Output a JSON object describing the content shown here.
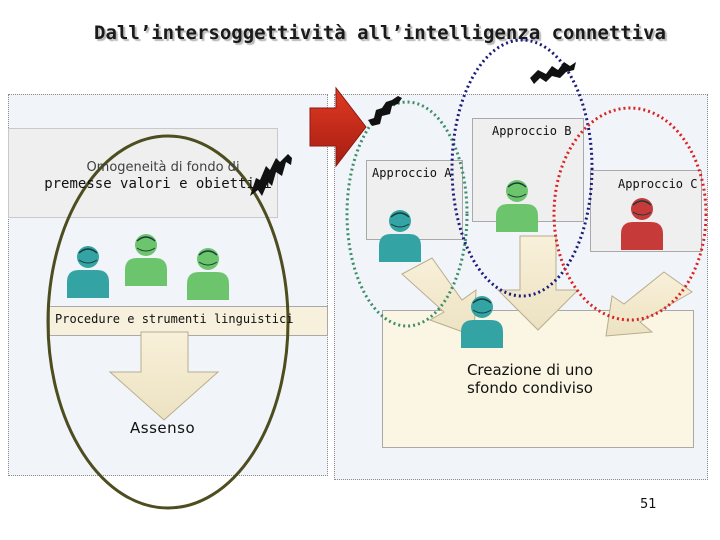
{
  "title": "Dall’intersoggettività all’intelligenza connettiva",
  "left": {
    "omogeneita_line1": "Omogeneità di fondo di",
    "omogeneita_line2": "premesse valori e obiettivi",
    "procedure_label": "Procedure e strumenti linguistici",
    "assenso_label": "Assenso"
  },
  "right": {
    "approach_a": "Approccio A",
    "approach_b": "Approccio B",
    "approach_c": "Approccio C",
    "shared_line1": "Creazione di uno",
    "shared_line2": "sfondo condiviso"
  },
  "page_number": "51",
  "colors": {
    "ellipse_left": "#4d4d1f",
    "ellipse_a": "#3f8f6a",
    "ellipse_b": "#1c1c7a",
    "ellipse_c": "#d82424",
    "person_teal": "#33a3a3",
    "person_green": "#6cc56c",
    "person_red": "#c63a3a",
    "arrow_red": "#cc2a1a"
  }
}
